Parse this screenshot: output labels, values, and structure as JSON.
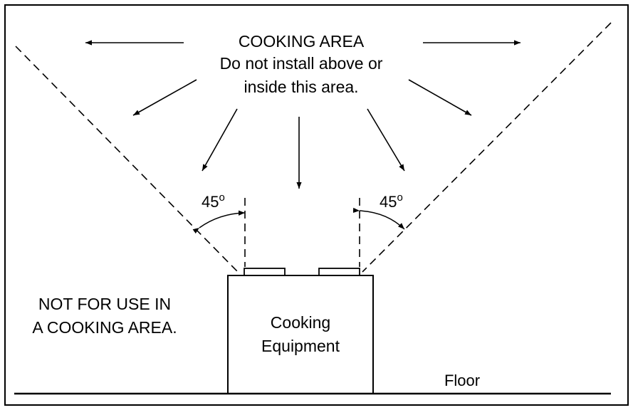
{
  "cooking_area": {
    "line1": "COOKING AREA",
    "line2": "Do not install above or",
    "line3": "inside this area."
  },
  "angle_left": {
    "value": "45",
    "unit": "o"
  },
  "angle_right": {
    "value": "45",
    "unit": "o"
  },
  "not_for_use": {
    "line1": "NOT FOR USE IN",
    "line2": "A COOKING AREA."
  },
  "equipment": {
    "line1": "Cooking",
    "line2": "Equipment"
  },
  "floor_label": "Floor",
  "colors": {
    "ink": "#000000",
    "background": "#ffffff"
  }
}
